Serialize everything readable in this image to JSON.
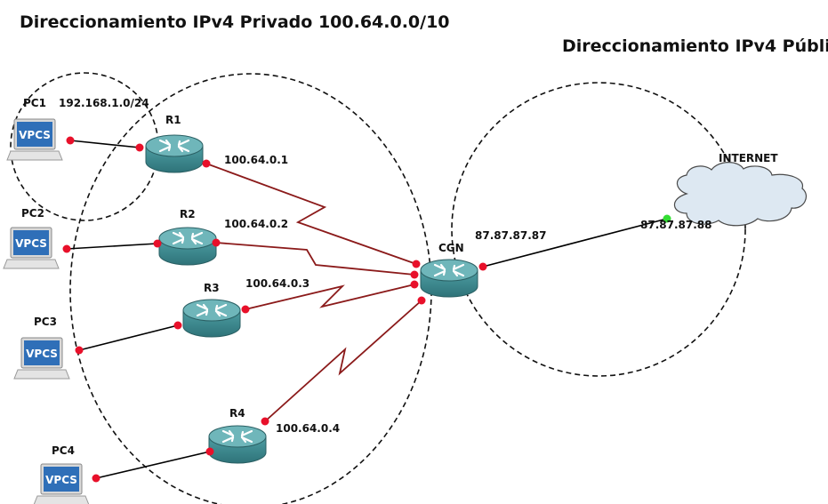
{
  "titles": {
    "private": "Direccionamiento IPv4 Privado 100.64.0.0/10",
    "public": "Direccionamiento IPv4 Públic"
  },
  "pcs": [
    {
      "name": "PC1",
      "screen": "VPCS"
    },
    {
      "name": "PC2",
      "screen": "VPCS"
    },
    {
      "name": "PC3",
      "screen": "VPCS"
    },
    {
      "name": "PC4",
      "screen": "VPCS"
    }
  ],
  "routers": [
    {
      "name": "R1"
    },
    {
      "name": "R2"
    },
    {
      "name": "R3"
    },
    {
      "name": "R4"
    },
    {
      "name": "CGN"
    }
  ],
  "cloud": {
    "name": "INTERNET"
  },
  "addresses": {
    "lan": "192.168.1.0/24",
    "r1": "100.64.0.1",
    "r2": "100.64.0.2",
    "r3": "100.64.0.3",
    "r4": "100.64.0.4",
    "cgn_public": "87.87.87.87",
    "internet": "87.87.87.88"
  },
  "colors": {
    "serial_link": "#8b1a1a",
    "ethernet_link": "#000000",
    "port": "#e8102a",
    "port_up": "#33dd33",
    "router_body": "#3f8c92",
    "router_top": "#6bb4b8",
    "vpcs_screen": "#2f6fb8"
  }
}
